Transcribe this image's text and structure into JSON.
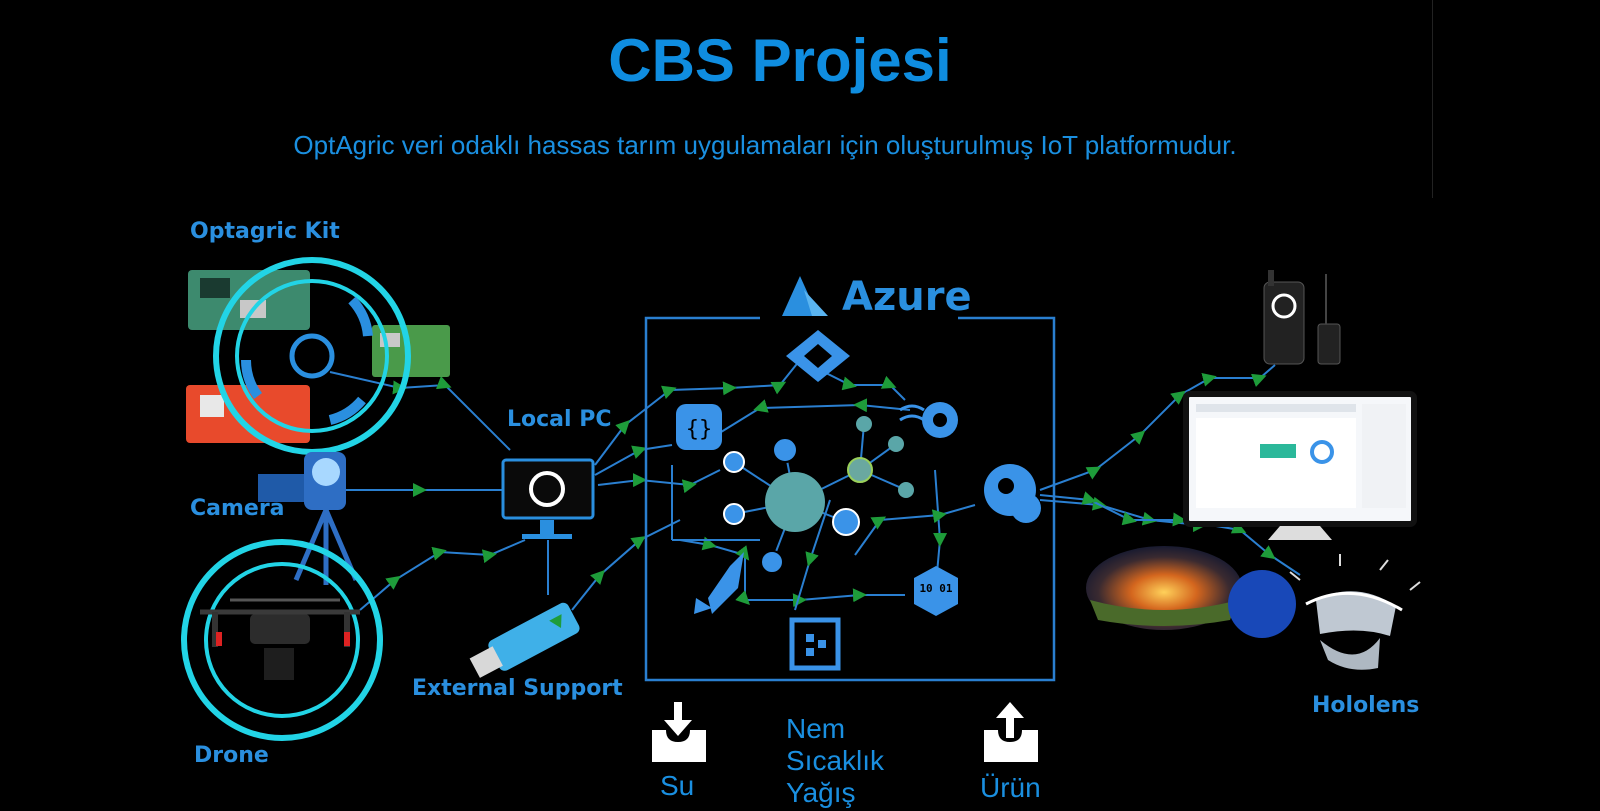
{
  "header": {
    "title": "CBS Projesi",
    "subtitle": "OptAgric veri odaklı hassas tarım uygulamaları için oluşturulmuş IoT platformudur."
  },
  "diagram": {
    "labels": {
      "kit": "Optagric Kit",
      "camera": "Camera",
      "drone": "Drone",
      "local_pc": "Local PC",
      "external": "External Support",
      "azure": "Azure",
      "hololens": "Hololens"
    },
    "binary_icon_text": "10 01"
  },
  "bottom": {
    "input_label": "Su",
    "params": [
      "Nem",
      "Sıcaklık",
      "Yağış"
    ],
    "output_label": "Ürün"
  },
  "colors": {
    "accent": "#0f8de0",
    "line": "#2a7fd0",
    "arrow": "#1e9c3a",
    "ring": "#22d4e6",
    "node": "#3a93e8",
    "hub": "#5aa6a8"
  },
  "icons": [
    "download-tray-icon",
    "upload-tray-icon",
    "database-icon",
    "rocket-icon",
    "gear-icon",
    "cloud-gear-icon",
    "azure-logo-icon",
    "monitor-icon",
    "usb-icon",
    "radio-icon"
  ]
}
